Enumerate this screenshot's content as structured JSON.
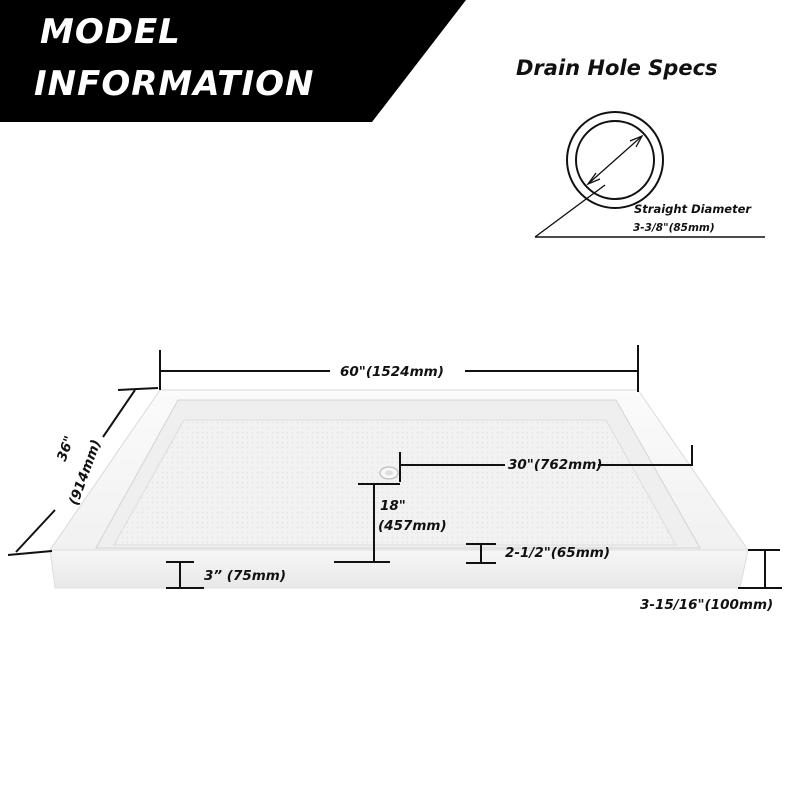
{
  "header": {
    "title_line1": "MODEL",
    "title_line2": "INFORMATION"
  },
  "drain_spec": {
    "heading": "Drain Hole Specs",
    "diameter_label": "Straight Diameter",
    "diameter_value": "3-3/8\"(85mm)"
  },
  "dimensions": {
    "length": "60\"(1524mm)",
    "width_in": "36\"",
    "width_mm": "(914mm)",
    "drain_offset_x": "30\"(762mm)",
    "drain_offset_y_in": "18\"",
    "drain_offset_y_mm": "(457mm)",
    "threshold": "3” (75mm)",
    "wall_height": "2-1/2\"(65mm)",
    "total_height": "3-15/16\"(100mm)"
  },
  "colors": {
    "banner": "#000000",
    "banner_text": "#ffffff",
    "tray": "#f7f7f7",
    "line": "#111111"
  }
}
